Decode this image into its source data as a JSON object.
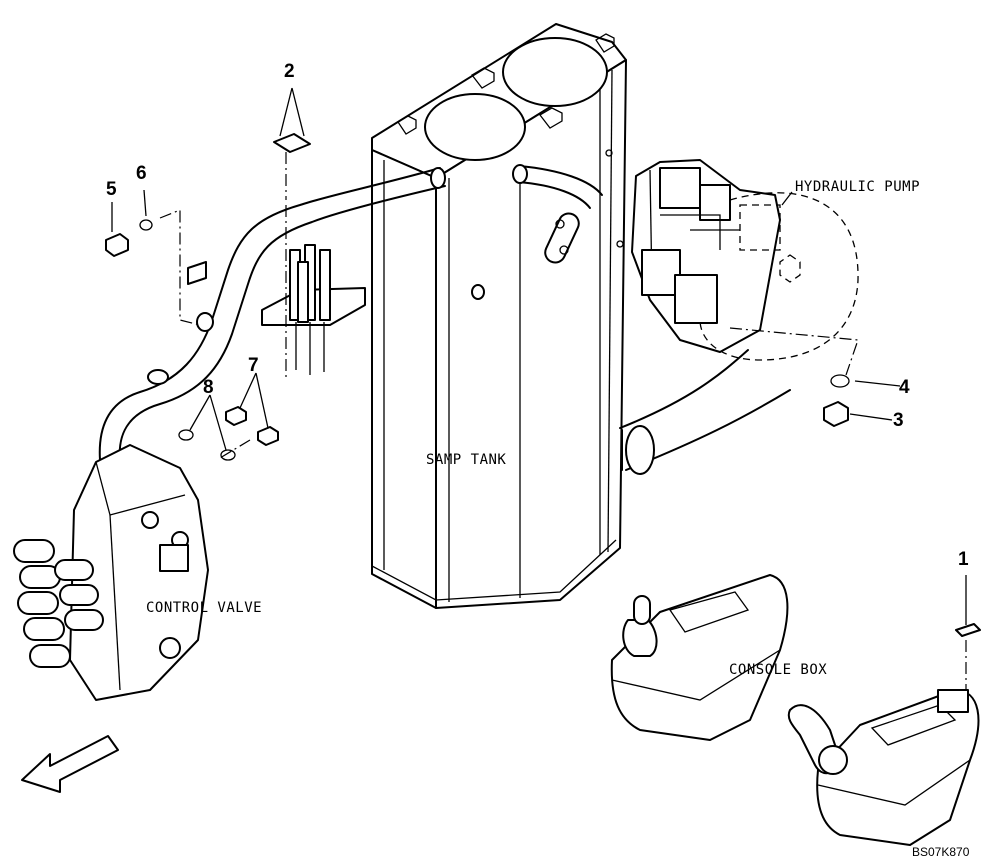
{
  "labels": {
    "hydraulic_pump": "HYDRAULIC PUMP",
    "samp_tank": "SAMP TANK",
    "control_valve": "CONTROL VALVE",
    "console_box": "CONSOLE BOX",
    "drawing_code": "BS07K870"
  },
  "callouts": [
    "1",
    "2",
    "3",
    "4",
    "5",
    "6",
    "7",
    "8"
  ],
  "colors": {
    "ink": "#000000",
    "background": "#ffffff"
  },
  "icons": {
    "direction_arrow": "front-direction-arrow-icon"
  }
}
